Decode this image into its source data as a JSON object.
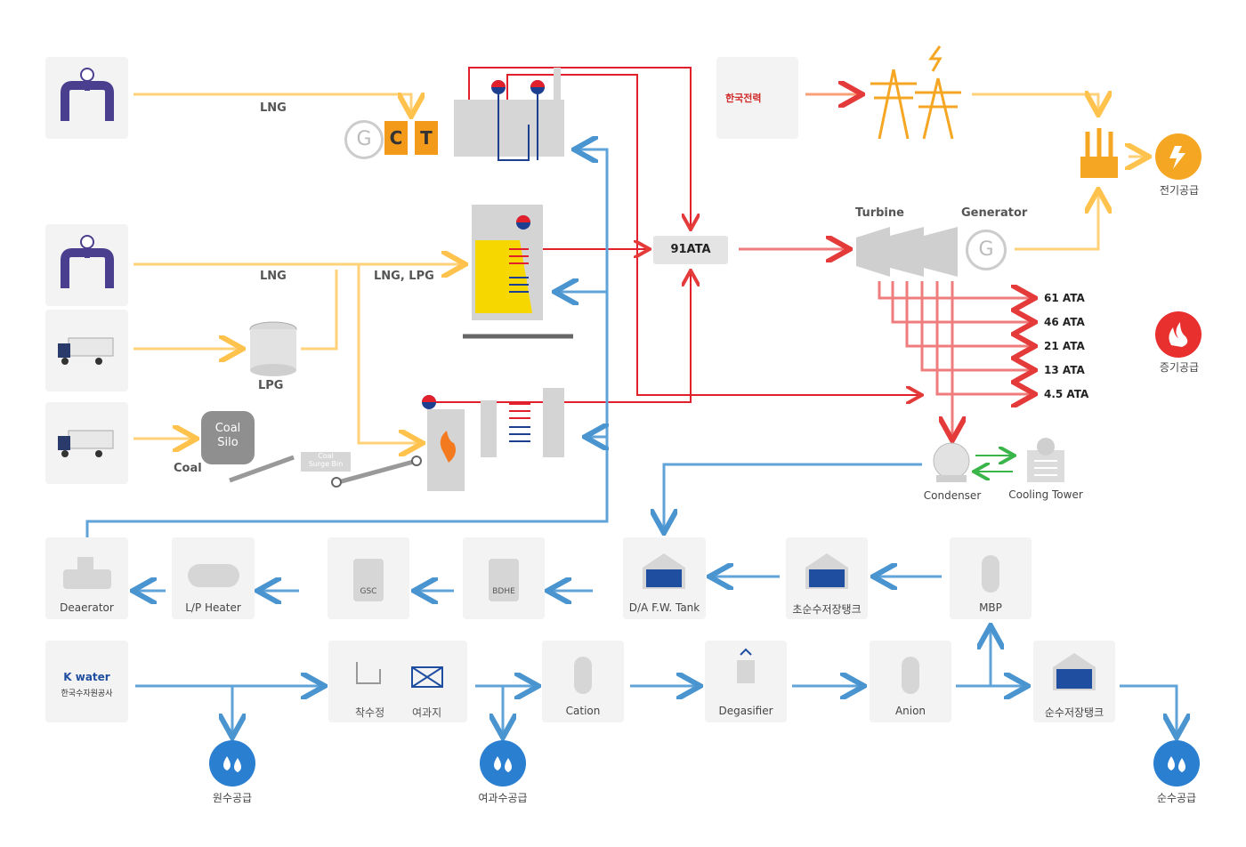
{
  "colors": {
    "gas": "#ffd27a",
    "water": "#5fa3d8",
    "steam": "#f07d7d",
    "hot": "#e2202c",
    "cold": "#1d3f8f",
    "node_bg": "#f3f3f3"
  },
  "fuel": {
    "lng_top": "LNG",
    "lng_mid": "LNG",
    "lng_lpg": "LNG, LPG",
    "lpg": "LPG",
    "coal": "Coal",
    "coal_silo_1": "Coal",
    "coal_silo_2": "Silo",
    "coal_surge_1": "Coal",
    "coal_surge_2": "Surge Bin"
  },
  "gct": {
    "g": "G",
    "c": "C",
    "t": "T"
  },
  "kepco_logo": "한국전력",
  "header91": "91ATA",
  "turbine_label": "Turbine",
  "generator_label": "Generator",
  "generator_g": "G",
  "ata_levels": [
    "61 ATA",
    "46 ATA",
    "21 ATA",
    "13 ATA",
    "4.5 ATA"
  ],
  "supply": {
    "electric": "전기공급",
    "steam": "증기공급",
    "raw": "원수공급",
    "filtered": "여과수공급",
    "pure": "순수공급"
  },
  "condenser": "Condenser",
  "cooling_tower": "Cooling Tower",
  "row1": {
    "deaerator": "Deaerator",
    "lp_heater": "L/P Heater",
    "gsc": "GSC",
    "bdhe": "BDHE",
    "da_tank": "D/A F.W. Tank",
    "ultra_tank": "초순수저장탱크",
    "mbp": "MBP"
  },
  "row2": {
    "kwater_1": "K water",
    "kwater_2": "한국수자원공사",
    "intake": "착수정",
    "filter": "여과지",
    "cation": "Cation",
    "degasifier": "Degasifier",
    "anion": "Anion",
    "pure_tank": "순수저장탱크"
  }
}
